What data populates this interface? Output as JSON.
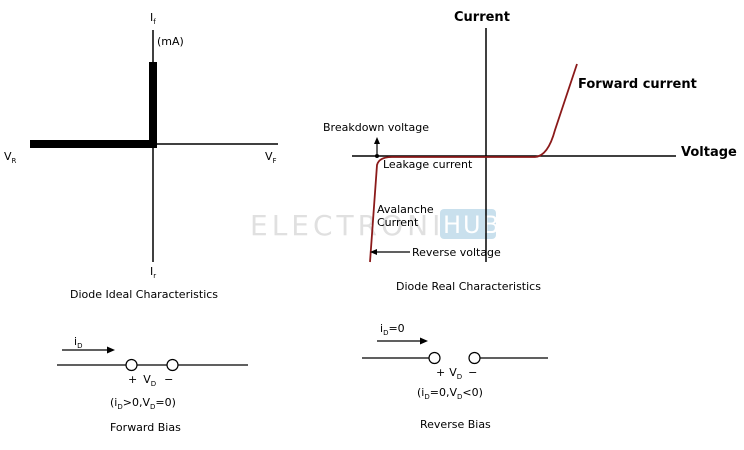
{
  "ideal": {
    "if_label": "I",
    "if_sub": "f",
    "unit": "(mA)",
    "vr_label": "V",
    "vr_sub": "R",
    "vf_label": "V",
    "vf_sub": "F",
    "ir_label": "I",
    "ir_sub": "r",
    "caption": "Diode Ideal Characteristics"
  },
  "real": {
    "y_axis": "Current",
    "x_axis": "Voltage",
    "forward": "Forward current",
    "breakdown": "Breakdown voltage",
    "leakage": "Leakage current",
    "avalanche_1": "Avalanche",
    "avalanche_2": "Current",
    "reverse": "Reverse voltage",
    "caption": "Diode Real Characteristics",
    "curve_color": "#8b1a1a"
  },
  "forward_bias": {
    "i_label": "i",
    "i_sub": "D",
    "plus": "+",
    "v_label": "V",
    "v_sub": "D",
    "minus": "−",
    "cond_open": "(i",
    "cond_sub1": "D",
    "cond_mid": ">0,V",
    "cond_sub2": "D",
    "cond_close": "=0)",
    "caption": "Forward Bias"
  },
  "reverse_bias": {
    "i_label": "i",
    "i_sub": "D",
    "i_eq": "=0",
    "plus": "+",
    "v_label": "V",
    "v_sub": "D",
    "minus": "−",
    "cond_open": "(i",
    "cond_sub1": "D",
    "cond_mid": "=0,V",
    "cond_sub2": "D",
    "cond_close": "<0)",
    "caption": "Reverse Bias"
  },
  "watermark": {
    "text": "ELECTRONICS",
    "hub": "HUB",
    "color": "#c8c8c8",
    "hub_color": "#9ec8e0"
  }
}
